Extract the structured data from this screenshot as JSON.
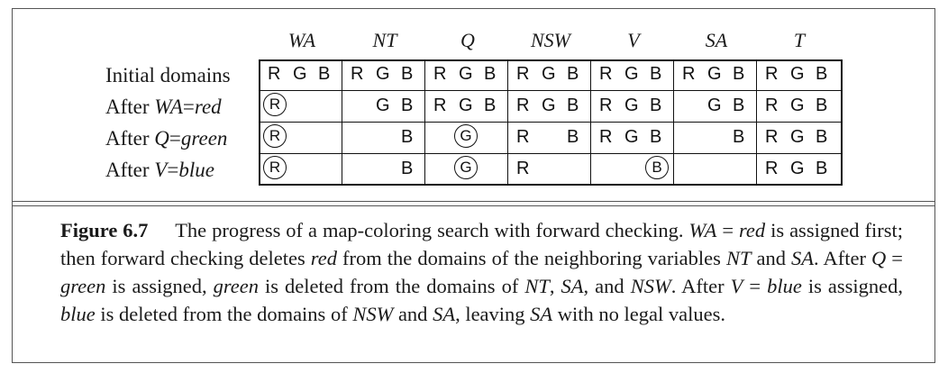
{
  "columns": [
    "WA",
    "NT",
    "Q",
    "NSW",
    "V",
    "SA",
    "T"
  ],
  "rows": [
    {
      "label_pre": "Initial domains",
      "label_var": "",
      "label_eq": "",
      "label_val": "",
      "cells": [
        [
          "R",
          "G",
          "B"
        ],
        [
          "R",
          "G",
          "B"
        ],
        [
          "R",
          "G",
          "B"
        ],
        [
          "R",
          "G",
          "B"
        ],
        [
          "R",
          "G",
          "B"
        ],
        [
          "R",
          "G",
          "B"
        ],
        [
          "R",
          "G",
          "B"
        ]
      ],
      "circled": [
        null,
        null,
        null,
        null,
        null,
        null,
        null
      ]
    },
    {
      "label_pre": "After ",
      "label_var": "WA",
      "label_eq": "=",
      "label_val": "red",
      "cells": [
        [
          "R",
          "",
          ""
        ],
        [
          "",
          "G",
          "B"
        ],
        [
          "R",
          "G",
          "B"
        ],
        [
          "R",
          "G",
          "B"
        ],
        [
          "R",
          "G",
          "B"
        ],
        [
          "",
          "G",
          "B"
        ],
        [
          "R",
          "G",
          "B"
        ]
      ],
      "circled": [
        "R",
        null,
        null,
        null,
        null,
        null,
        null
      ]
    },
    {
      "label_pre": "After ",
      "label_var": "Q",
      "label_eq": "=",
      "label_val": "green",
      "cells": [
        [
          "R",
          "",
          ""
        ],
        [
          "",
          "",
          "B"
        ],
        [
          "",
          "G",
          ""
        ],
        [
          "R",
          "",
          "B"
        ],
        [
          "R",
          "G",
          "B"
        ],
        [
          "",
          "",
          "B"
        ],
        [
          "R",
          "G",
          "B"
        ]
      ],
      "circled": [
        "R",
        null,
        "G",
        null,
        null,
        null,
        null
      ]
    },
    {
      "label_pre": "After ",
      "label_var": "V",
      "label_eq": "=",
      "label_val": "blue",
      "cells": [
        [
          "R",
          "",
          ""
        ],
        [
          "",
          "",
          "B"
        ],
        [
          "",
          "G",
          ""
        ],
        [
          "R",
          "",
          ""
        ],
        [
          "",
          "",
          "B"
        ],
        [
          "",
          "",
          ""
        ],
        [
          "R",
          "G",
          "B"
        ]
      ],
      "circled": [
        "R",
        null,
        "G",
        null,
        "B",
        null,
        null
      ]
    }
  ],
  "caption": {
    "figure_label": "Figure 6.7",
    "parts": [
      {
        "t": "The progress of a map-coloring search with forward checking.  ",
        "i": false
      },
      {
        "t": "WA",
        "i": true
      },
      {
        "t": " = ",
        "i": false
      },
      {
        "t": "red",
        "i": true
      },
      {
        "t": " is assigned first; then forward checking deletes ",
        "i": false
      },
      {
        "t": "red",
        "i": true
      },
      {
        "t": " from the domains of the neighboring variables ",
        "i": false
      },
      {
        "t": "NT",
        "i": true
      },
      {
        "t": " and ",
        "i": false
      },
      {
        "t": "SA",
        "i": true
      },
      {
        "t": ".  After ",
        "i": false
      },
      {
        "t": "Q",
        "i": true
      },
      {
        "t": " = ",
        "i": false
      },
      {
        "t": "green",
        "i": true
      },
      {
        "t": " is assigned, ",
        "i": false
      },
      {
        "t": "green",
        "i": true
      },
      {
        "t": " is deleted from the domains of ",
        "i": false
      },
      {
        "t": "NT",
        "i": true
      },
      {
        "t": ", ",
        "i": false
      },
      {
        "t": "SA",
        "i": true
      },
      {
        "t": ", and ",
        "i": false
      },
      {
        "t": "NSW",
        "i": true
      },
      {
        "t": ". After ",
        "i": false
      },
      {
        "t": "V",
        "i": true
      },
      {
        "t": " = ",
        "i": false
      },
      {
        "t": "blue",
        "i": true
      },
      {
        "t": " is assigned, ",
        "i": false
      },
      {
        "t": "blue",
        "i": true
      },
      {
        "t": " is deleted from the domains of ",
        "i": false
      },
      {
        "t": "NSW",
        "i": true
      },
      {
        "t": " and ",
        "i": false
      },
      {
        "t": "SA",
        "i": true
      },
      {
        "t": ", leaving ",
        "i": false
      },
      {
        "t": "SA",
        "i": true
      },
      {
        "t": " with no legal values.",
        "i": false
      }
    ]
  }
}
